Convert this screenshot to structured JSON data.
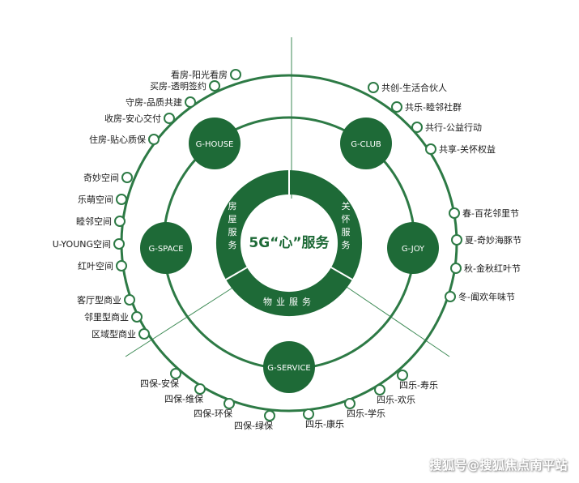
{
  "colors": {
    "dark_green": "#1e6a37",
    "mid_green": "#2a7d43",
    "ring_green": "#2d7a45",
    "node_fill": "#ffffff",
    "line": "#3d8a55"
  },
  "center": {
    "title": "5G“心”服务"
  },
  "inner_segments": {
    "top_left": "房屋服务",
    "top_right": "关怀服务",
    "bottom": "物业服务"
  },
  "hubs": {
    "house": "G-HOUSE",
    "club": "G-CLUB",
    "joy": "G-JOY",
    "space": "G-SPACE",
    "service": "G-SERVICE"
  },
  "groups": {
    "house": [
      "看房-阳光看房",
      "买房-透明签约",
      "守房-品质共建",
      "收房-安心交付",
      "住房-贴心质保"
    ],
    "club": [
      "共创-生活合伙人",
      "共乐-睦邻社群",
      "共行-公益行动",
      "共享-关怀权益"
    ],
    "space": [
      "奇妙空间",
      "乐萌空间",
      "睦邻空间",
      "U-YOUNG空间",
      "红叶空间"
    ],
    "commerce": [
      "客厅型商业",
      "邻里型商业",
      "区域型商业"
    ],
    "joy": [
      "春-百花邻里节",
      "夏-奇妙海豚节",
      "秋-金秋红叶节",
      "冬-阖欢年味节"
    ],
    "service_bao": [
      "四保-安保",
      "四保-维保",
      "四保-环保",
      "四保-绿保"
    ],
    "service_le": [
      "四乐-康乐",
      "四乐-学乐",
      "四乐-欢乐",
      "四乐-寿乐"
    ]
  },
  "watermark": "搜狐号@搜狐焦点南平站"
}
